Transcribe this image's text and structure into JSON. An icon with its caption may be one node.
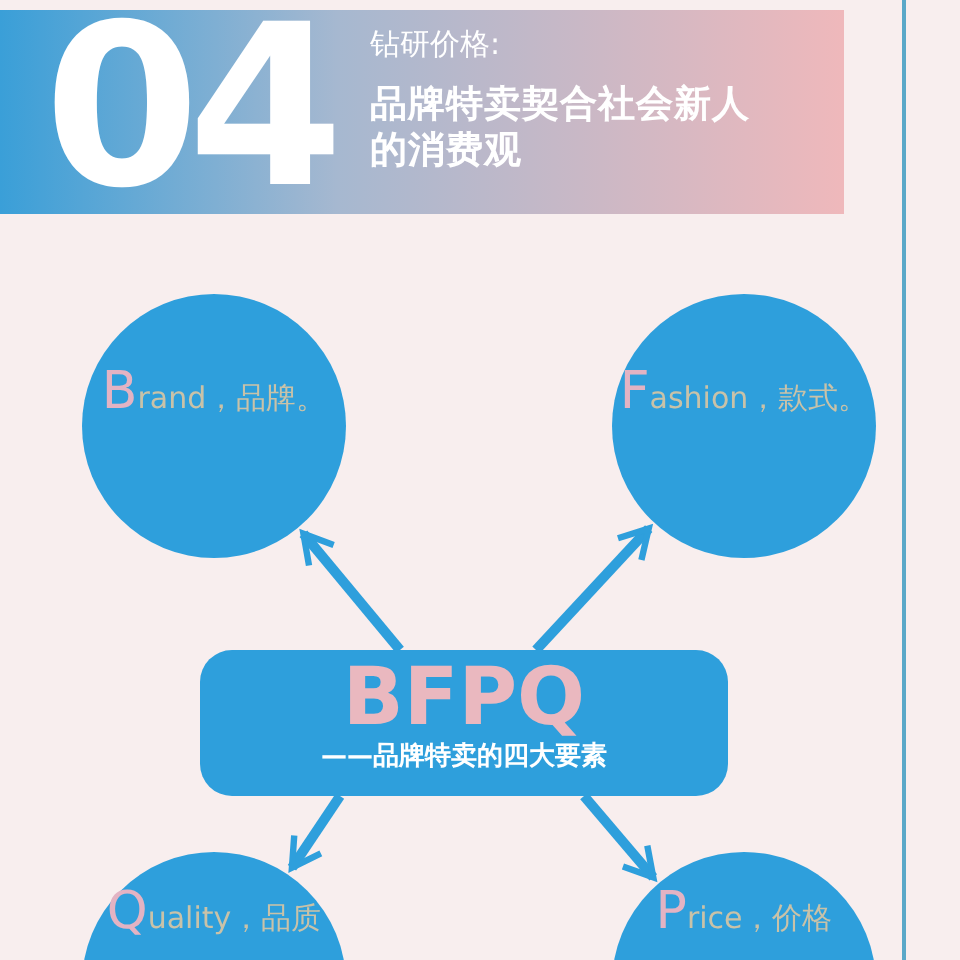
{
  "diagram": {
    "nodes": [
      {
        "text": [
          "04",
          "钻研价格:",
          "品牌特卖契合社会新人的消费观"
        ]
      },
      {
        "text": [
          "Brand，品牌。"
        ]
      },
      {
        "text": [
          "Fashion，款式。"
        ]
      },
      {
        "text": [
          "BFPQ",
          "——品牌特卖的四大要素"
        ]
      },
      {
        "text": [
          "Quality，品质"
        ]
      },
      {
        "text": [
          "Price，价格"
        ]
      }
    ],
    "edges": [
      {
        "from": 3,
        "to": 1,
        "arrow": "to"
      },
      {
        "from": 3,
        "to": 2,
        "arrow": "to"
      },
      {
        "from": 3,
        "to": 4,
        "arrow": "to"
      },
      {
        "from": 3,
        "to": 5,
        "arrow": "to"
      }
    ]
  }
}
